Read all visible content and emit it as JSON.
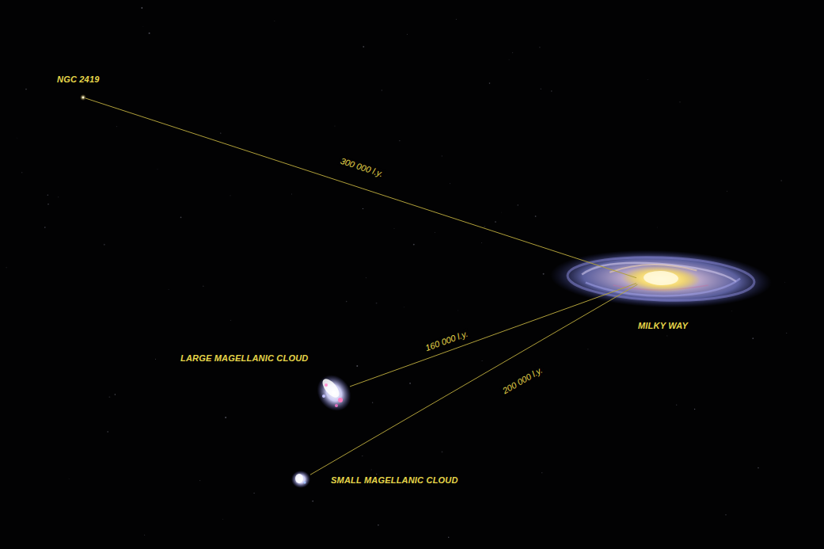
{
  "diagram": {
    "nodes": [
      {
        "text": [
          "NGC 2419"
        ]
      },
      {
        "text": [
          "MILKY WAY"
        ]
      },
      {
        "text": [
          "LARGE MAGELLANIC CLOUD"
        ]
      },
      {
        "text": [
          "SMALL MAGELLANIC CLOUD"
        ]
      }
    ],
    "edges": [
      {
        "from": 0,
        "to": 1,
        "label": "300 000 l.y.",
        "arrow": "none"
      },
      {
        "from": 2,
        "to": 1,
        "label": "160 000 l.y.",
        "arrow": "none"
      },
      {
        "from": 3,
        "to": 1,
        "label": "200 000 l.y.",
        "arrow": "none"
      }
    ]
  }
}
